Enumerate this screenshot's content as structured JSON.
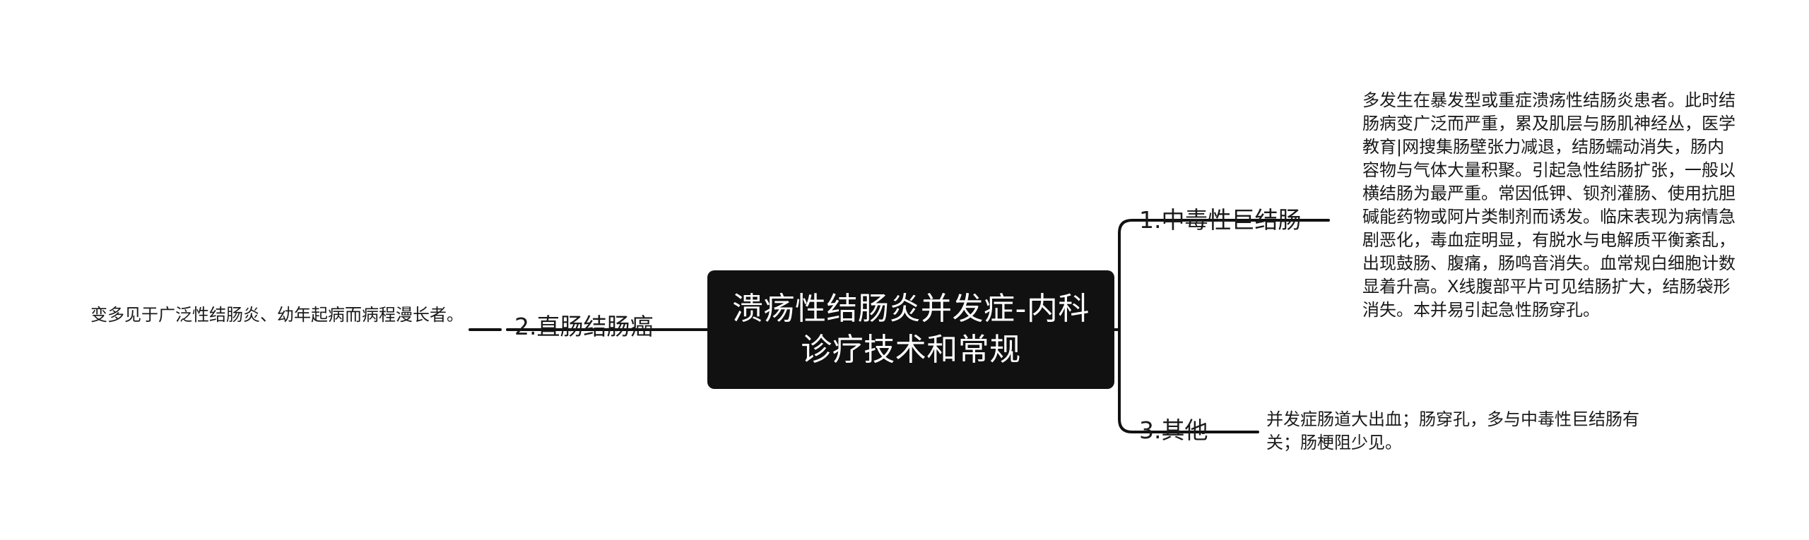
{
  "root": {
    "title": "溃疡性结肠炎并发症-内科诊疗技术和常规"
  },
  "branches": [
    {
      "label": "1.中毒性巨结肠",
      "detail": "多发生在暴发型或重症溃疡性结肠炎患者。此时结肠病变广泛而严重，累及肌层与肠肌神经丛，医学教育|网搜集肠壁张力减退，结肠蠕动消失，肠内容物与气体大量积聚。引起急性结肠扩张，一般以横结肠为最严重。常因低钾、钡剂灌肠、使用抗胆碱能药物或阿片类制剂而诱发。临床表现为病情急剧恶化，毒血症明显，有脱水与电解质平衡紊乱，出现鼓肠、腹痛，肠鸣音消失。血常规白细胞计数显着升高。X线腹部平片可见结肠扩大，结肠袋形消失。本并易引起急性肠穿孔。"
    },
    {
      "label": "2.直肠结肠癌",
      "detail": "变多见于广泛性结肠炎、幼年起病而病程漫长者。"
    },
    {
      "label": "3.其他",
      "detail": "并发症肠道大出血；肠穿孔，多与中毒性巨结肠有关；肠梗阻少见。"
    }
  ],
  "colors": {
    "root_bg": "#111111",
    "root_text": "#ffffff",
    "line": "#111111",
    "text": "#1a1a1a",
    "background": "#ffffff"
  }
}
